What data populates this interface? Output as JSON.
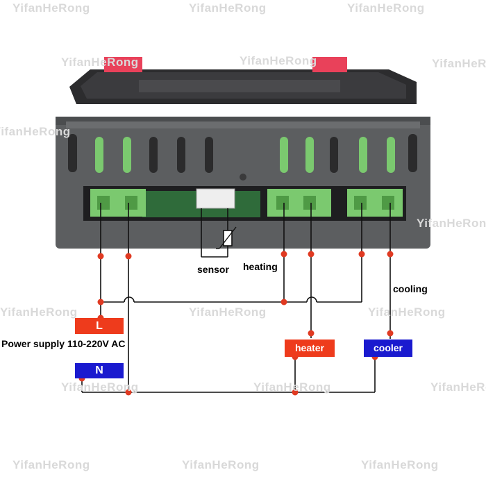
{
  "watermark": "YifanHeRong",
  "labels": {
    "sensor": "sensor",
    "heating": "heating",
    "cooling": "cooling",
    "power_supply": "Power supply 110-220V AC"
  },
  "terminals": {
    "L": "L",
    "N": "N",
    "heater": "heater",
    "cooler": "cooler"
  },
  "colors": {
    "live": "#ee3b1c",
    "neutral": "#1a1acf",
    "heater": "#ee3b1c",
    "cooler": "#1a1acf",
    "wire": "#111111",
    "node": "#e03a22",
    "housing": "#5c5e60",
    "terminal_green": "#7bc96f",
    "bracket_red": "#e9415a"
  }
}
